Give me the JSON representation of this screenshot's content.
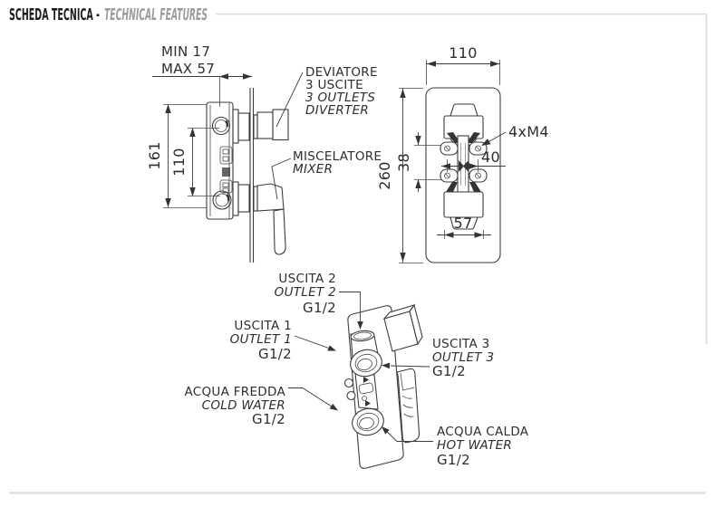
{
  "header": {
    "title_it": "SCHEDA TECNICA -",
    "title_en": "TECHNICAL FEATURES"
  },
  "side_view": {
    "depth_min": "MIN 17",
    "depth_max": "MAX 57",
    "height_total": "161",
    "centers_distance": "110",
    "diverter": {
      "l1": "DEVIATORE",
      "l2": "3 USCITE",
      "l3": "3 OUTLETS",
      "l4": "DIVERTER"
    },
    "mixer": {
      "l1": "MISCELATORE",
      "l2": "MIXER"
    }
  },
  "front_view": {
    "plate_width": "110",
    "plate_height": "260",
    "tab_gap": "38",
    "screw_span": "40",
    "knob_width": "57",
    "screws": "4xM4"
  },
  "iso_view": {
    "outlet2": {
      "l1": "USCITA 2",
      "l2": "OUTLET 2",
      "l3": "G1/2"
    },
    "outlet1": {
      "l1": "USCITA 1",
      "l2": "OUTLET 1",
      "l3": "G1/2"
    },
    "cold": {
      "l1": "ACQUA FREDDA",
      "l2": "COLD WATER",
      "l3": "G1/2"
    },
    "outlet3": {
      "l1": "USCITA 3",
      "l2": "OUTLET 3",
      "l3": "G1/2"
    },
    "hot": {
      "l1": "ACQUA CALDA",
      "l2": "HOT WATER",
      "l3": "G1/2"
    }
  },
  "colors": {
    "ink": "#3d3d3d",
    "header_dark": "#1d1d1b",
    "header_gray": "#9c9c9c",
    "rule": "#d9d9d9"
  }
}
